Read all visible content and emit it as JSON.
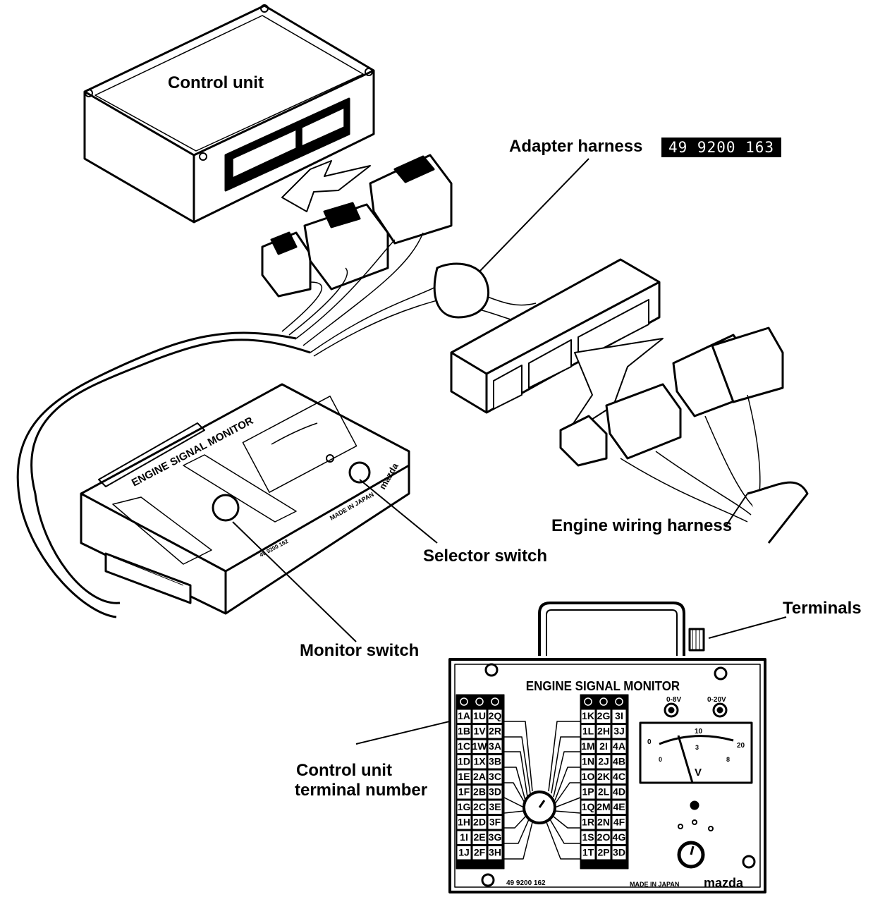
{
  "labels": {
    "control_unit": "Control unit",
    "adapter_harness": "Adapter harness",
    "adapter_part_number": "49 9200 163",
    "engine_wiring_harness": "Engine wiring harness",
    "selector_switch": "Selector switch",
    "monitor_switch": "Monitor switch",
    "terminals": "Terminals",
    "control_unit_terminal_number_line1": "Control unit",
    "control_unit_terminal_number_line2": "terminal number"
  },
  "monitor_panel": {
    "title": "ENGINE SIGNAL MONITOR",
    "range_low": "0-8V",
    "range_high": "0-20V",
    "meter_unit": "V",
    "meter_scale_outer": [
      "0",
      "10",
      "20"
    ],
    "meter_scale_inner": [
      "0",
      "3",
      "8"
    ],
    "part_number": "49 9200 162",
    "made_in": "MADE IN JAPAN",
    "brand": "mazda",
    "left_table": [
      [
        "1A",
        "1U",
        "2Q"
      ],
      [
        "1B",
        "1V",
        "2R"
      ],
      [
        "1C",
        "1W",
        "3A"
      ],
      [
        "1D",
        "1X",
        "3B"
      ],
      [
        "1E",
        "2A",
        "3C"
      ],
      [
        "1F",
        "2B",
        "3D"
      ],
      [
        "1G",
        "2C",
        "3E"
      ],
      [
        "1H",
        "2D",
        "3F"
      ],
      [
        "1I",
        "2E",
        "3G"
      ],
      [
        "1J",
        "2F",
        "3H"
      ]
    ],
    "right_table": [
      [
        "1K",
        "2G",
        "3I"
      ],
      [
        "1L",
        "2H",
        "3J"
      ],
      [
        "1M",
        "2I",
        "4A"
      ],
      [
        "1N",
        "2J",
        "4B"
      ],
      [
        "1O",
        "2K",
        "4C"
      ],
      [
        "1P",
        "2L",
        "4D"
      ],
      [
        "1Q",
        "2M",
        "4E"
      ],
      [
        "1R",
        "2N",
        "4F"
      ],
      [
        "1S",
        "2O",
        "4G"
      ],
      [
        "1T",
        "2P",
        "3D"
      ]
    ]
  },
  "iso_monitor": {
    "title": "ENGINE SIGNAL MONITOR",
    "made_in": "MADE IN JAPAN",
    "brand": "mazda",
    "part_number": "49 9200 162"
  }
}
